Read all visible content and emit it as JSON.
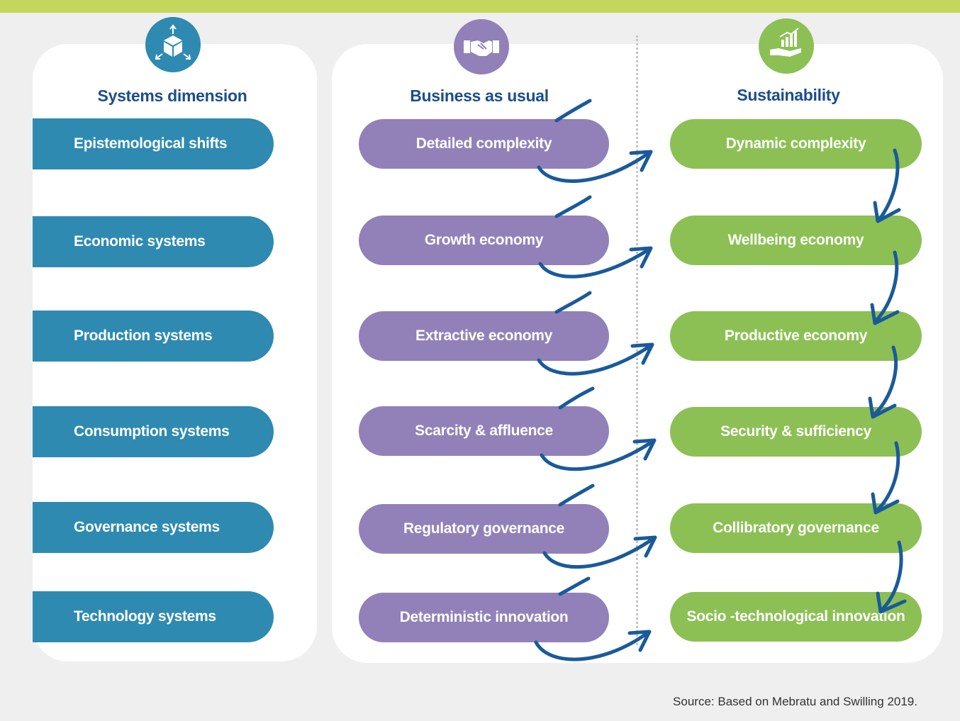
{
  "columns": {
    "systems": {
      "heading": "Systems dimension",
      "icon": "cube-arrows-icon",
      "color": "#2e8ab0",
      "items": [
        "Epistemological shifts",
        "Economic systems",
        "Production systems",
        "Consumption systems",
        "Governance systems",
        "Technology systems"
      ]
    },
    "business": {
      "heading": "Business as usual",
      "icon": "handshake-icon",
      "color": "#9281b8",
      "items": [
        "Detailed  complexity",
        "Growth economy",
        "Extractive  economy",
        "Scarcity &  affluence",
        "Regulatory governance",
        "Deterministic innovation"
      ]
    },
    "sustainability": {
      "heading": "Sustainability",
      "icon": "hand-growth-chart-icon",
      "color": "#8cc054",
      "items": [
        "Dynamic  complexity",
        "Wellbeing  economy",
        "Productive economy",
        "Security &  sufficiency",
        "Collibratory  governance",
        "Socio -technological innovation"
      ]
    }
  },
  "source": "Source: Based on Mebratu and Swilling 2019.",
  "colors": {
    "accent_bar": "#c5d65c",
    "heading": "#1c4d8a",
    "arrow": "#1a5a9a"
  }
}
